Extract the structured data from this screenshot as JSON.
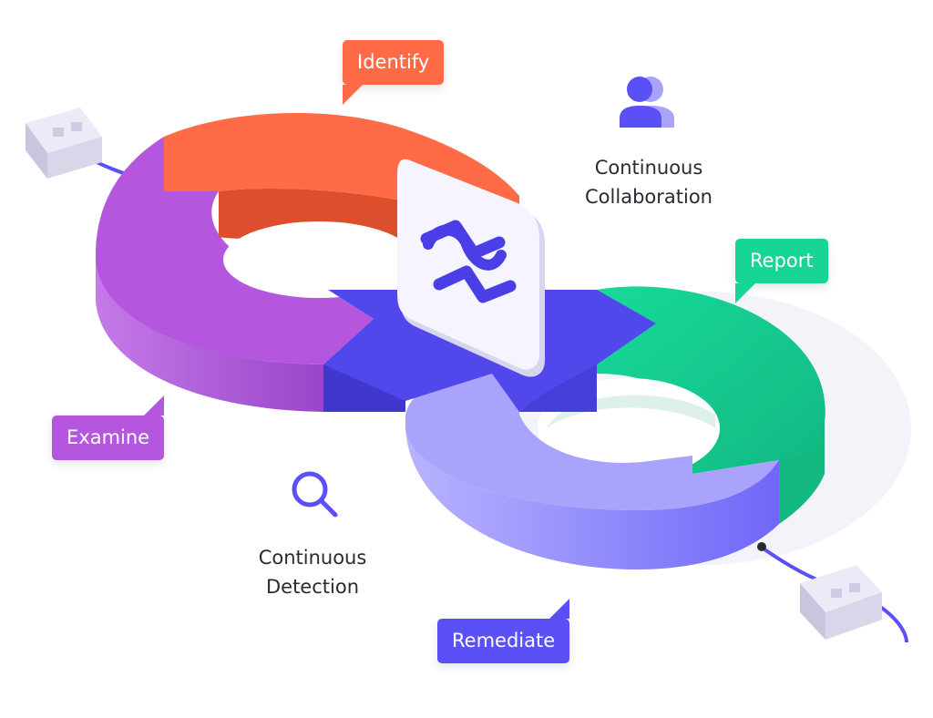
{
  "colors": {
    "identify": "#ff6b47",
    "examine": "#b556de",
    "report": "#16d595",
    "remediate": "#5a50f5",
    "center": "#5048ea",
    "text": "#2a2a33"
  },
  "labels": {
    "identify": "Identify",
    "examine": "Examine",
    "report": "Report",
    "remediate": "Remediate"
  },
  "captions": {
    "collaboration": [
      "Continuous",
      "Collaboration"
    ],
    "detection": [
      "Continuous",
      "Detection"
    ]
  },
  "icons": {
    "collaboration": "people-icon",
    "detection": "search-icon",
    "logo": "wave-logo-icon",
    "connector_left": "plug-connector-icon",
    "connector_right": "plug-connector-icon"
  }
}
